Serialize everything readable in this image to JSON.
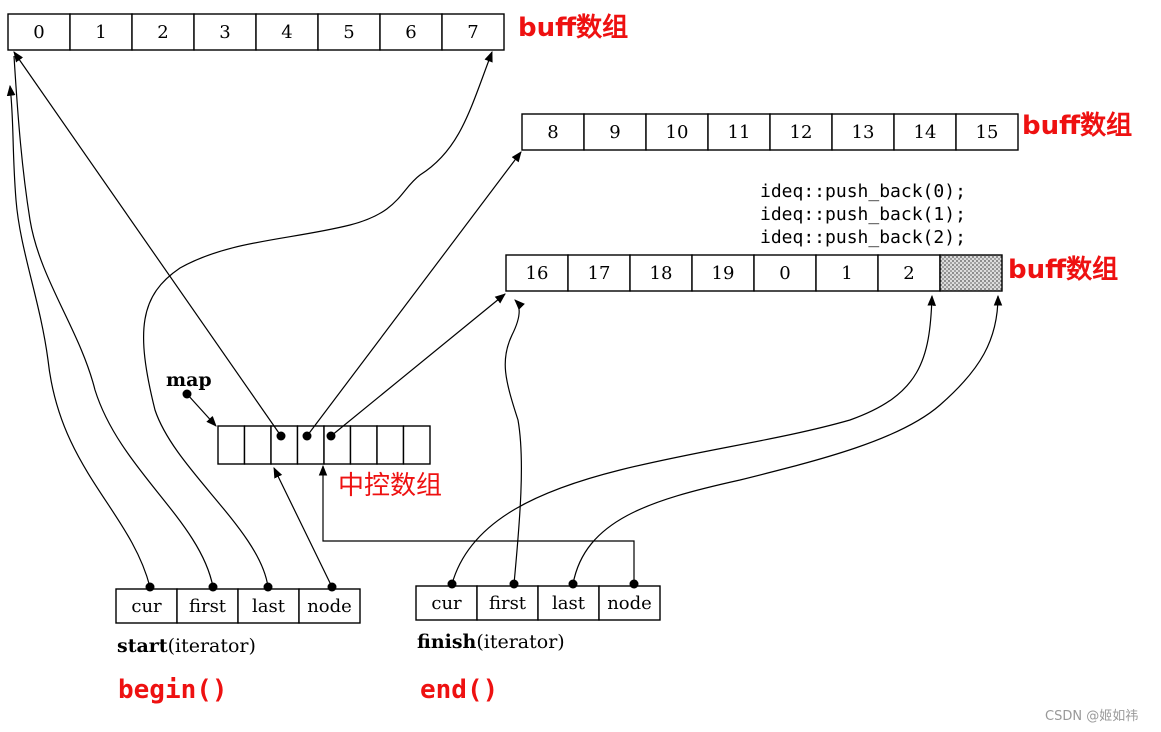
{
  "buffers": [
    {
      "label": "buff数组",
      "cells": [
        "0",
        "1",
        "2",
        "3",
        "4",
        "5",
        "6",
        "7"
      ]
    },
    {
      "label": "buff数组",
      "cells": [
        "8",
        "9",
        "10",
        "11",
        "12",
        "13",
        "14",
        "15"
      ]
    },
    {
      "label": "buff数组",
      "cells": [
        "16",
        "17",
        "18",
        "19",
        "0",
        "1",
        "2",
        ""
      ]
    }
  ],
  "code_lines": [
    "ideq::push_back(0);",
    "ideq::push_back(1);",
    "ideq::push_back(2);"
  ],
  "map": {
    "label": "map",
    "array_label": "中控数组",
    "slot_count": 8
  },
  "start_iter": {
    "fields": [
      "cur",
      "first",
      "last",
      "node"
    ],
    "name": "start",
    "suffix": "(iterator)",
    "alias": "begin()"
  },
  "finish_iter": {
    "fields": [
      "cur",
      "first",
      "last",
      "node"
    ],
    "name": "finish",
    "suffix": "(iterator)",
    "alias": "end()"
  },
  "watermark": "CSDN @姬如祎"
}
